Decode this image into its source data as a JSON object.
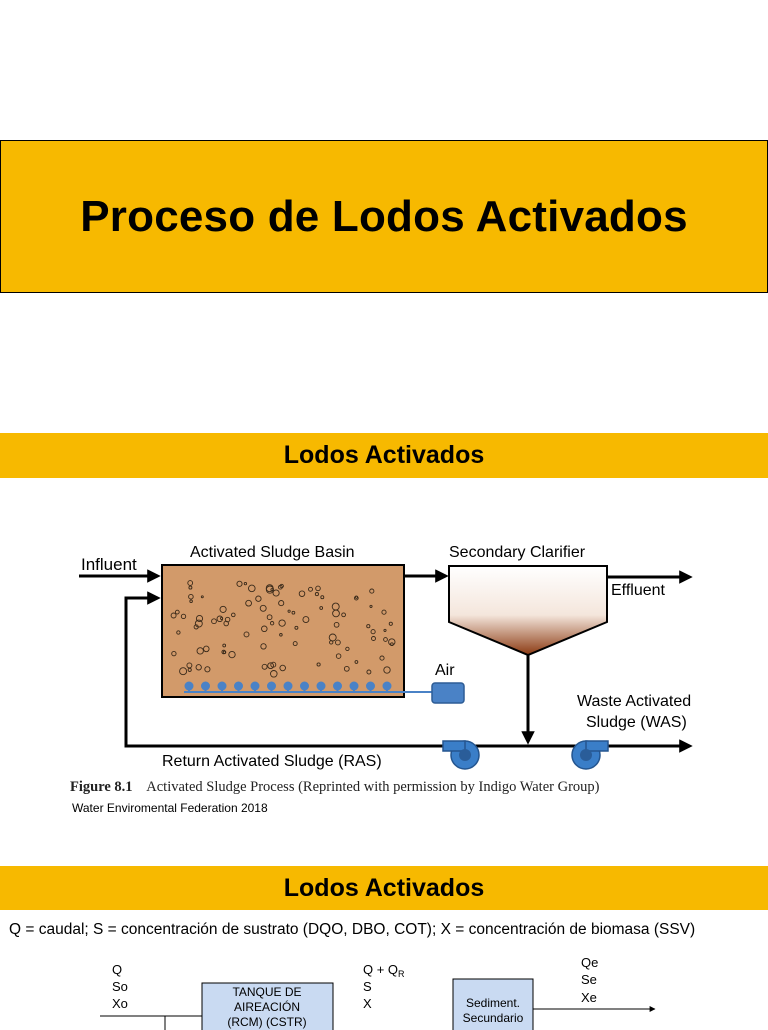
{
  "slide1": {
    "title": "Proceso de Lodos Activados"
  },
  "slide2": {
    "header": "Lodos Activados",
    "diagram": {
      "labels": {
        "influent": "Influent",
        "basin": "Activated Sludge Basin",
        "clarifier": "Secondary Clarifier",
        "effluent": "Effluent",
        "air": "Air",
        "was_line1": "Waste Activated",
        "was_line2": "Sludge (WAS)",
        "ras": "Return Activated Sludge (RAS)"
      },
      "colors": {
        "basin_fill": "#d29a6a",
        "air_blue": "#4a82c6",
        "pump_blue": "#3a7ec8",
        "sludge_brown": "#8b3a12"
      }
    },
    "caption": {
      "figure_number": "Figure 8.1",
      "text": "Activated Sludge Process (Reprinted with permission by Indigo Water Group)"
    },
    "credit": "Water Enviromental Federation 2018"
  },
  "slide3": {
    "header": "Lodos Activados",
    "definition": "Q = caudal; S = concentración de sustrato (DQO, DBO, COT); X = concentración de biomasa (SSV)",
    "schematic": {
      "inlet": [
        "Q",
        "So",
        "Xo"
      ],
      "tank_line1": "TANQUE DE",
      "tank_line2": "AIREACIÓN",
      "tank_line3": "(RCM) (CSTR)",
      "mid_q": "Q + Q",
      "mid_q_sub": "R",
      "mid_s": "S",
      "mid_x": "X",
      "settler_line1": "Sediment.",
      "settler_line2": "Secundario",
      "outlet": [
        "Qe",
        "Se",
        "Xe"
      ]
    }
  }
}
